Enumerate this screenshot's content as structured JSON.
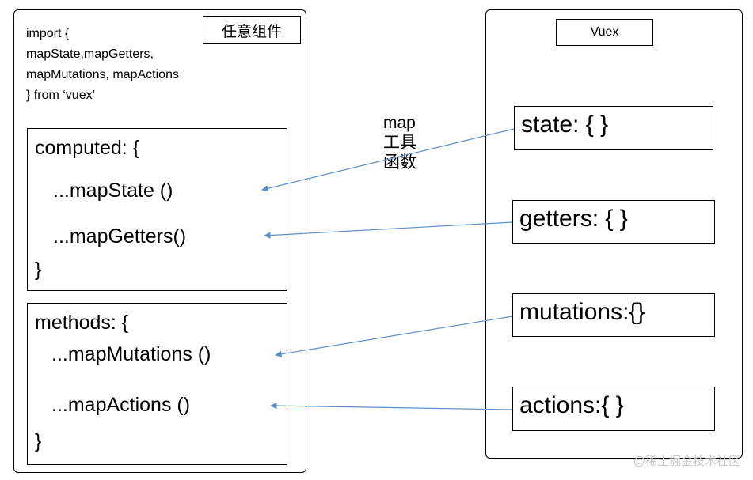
{
  "component_panel": {
    "title": "任意组件",
    "import_lines": [
      "import {",
      "mapState,mapGetters,",
      "mapMutations, mapActions",
      "} from ‘vuex’"
    ],
    "computed": {
      "open": "computed: {",
      "items": [
        "...mapState ()",
        "...mapGetters()"
      ],
      "close": "}"
    },
    "methods": {
      "open": "methods: {",
      "items": [
        "...mapMutations ()",
        "...mapActions ()"
      ],
      "close": "}"
    }
  },
  "vuex_panel": {
    "title": "Vuex",
    "items": [
      "state: { }",
      "getters: { }",
      "mutations:{}",
      "actions:{ }"
    ]
  },
  "map_label": [
    "map",
    "工具",
    "函数"
  ],
  "arrow_color": "#5b8fc9",
  "watermark": "@稀土掘金技术社区"
}
